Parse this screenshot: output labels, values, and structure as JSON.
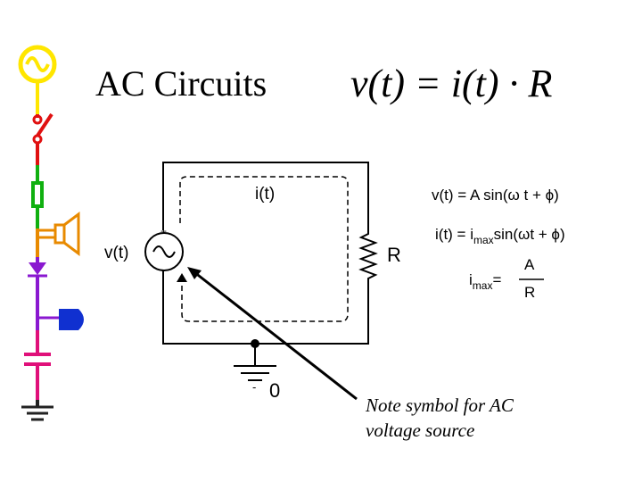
{
  "slide": {
    "title": "AC Circuits",
    "main_equation": "v(t) = i(t) · R"
  },
  "circuit": {
    "current_label": "i(t)",
    "voltage_label": "v(t)",
    "resistor_label": "R",
    "ground_label": "0",
    "plus_sign": "+",
    "minus_sign": "-",
    "ground_minus": "-"
  },
  "equations": {
    "voltage": "v(t) = A sin(ω t + ϕ)",
    "current_prefix": "i(t) = i",
    "current_sub": "max",
    "current_suffix": "sin(ωt + ϕ)",
    "imax_base": "i",
    "imax_sub": "max",
    "imax_eq": "=",
    "frac_num": "A",
    "frac_den": "R"
  },
  "note": {
    "line1": "Note symbol for AC",
    "line2": "voltage source"
  },
  "colors": {
    "icon_yellow": "#ffe600",
    "icon_red": "#e01010",
    "icon_green": "#10b010",
    "icon_orange": "#e88a00",
    "icon_violet": "#8a18d0",
    "icon_blue": "#1030d0",
    "icon_pink": "#e0107a",
    "icon_dark": "#222222"
  }
}
